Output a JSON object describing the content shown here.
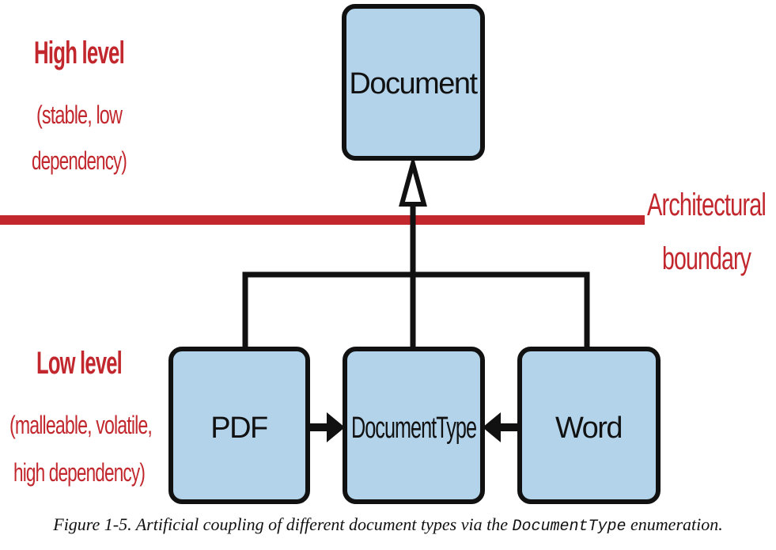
{
  "labels": {
    "high_level": "High level",
    "high_level_desc": [
      "(stable, low",
      "dependency)"
    ],
    "boundary": [
      "Architectural",
      "boundary"
    ],
    "low_level": "Low level",
    "low_level_desc": [
      "(malleable, volatile,",
      "high dependency)"
    ]
  },
  "nodes": {
    "document": "Document",
    "pdf": "PDF",
    "document_type": "DocumentType",
    "word": "Word"
  },
  "caption": {
    "prefix": "Figure 1-5. Artificial coupling of different document types via the ",
    "code": "DocumentType",
    "suffix": " enumeration."
  },
  "colors": {
    "node_fill": "#b3d3ea",
    "node_stroke": "#111111",
    "accent_red": "#c1272d"
  }
}
